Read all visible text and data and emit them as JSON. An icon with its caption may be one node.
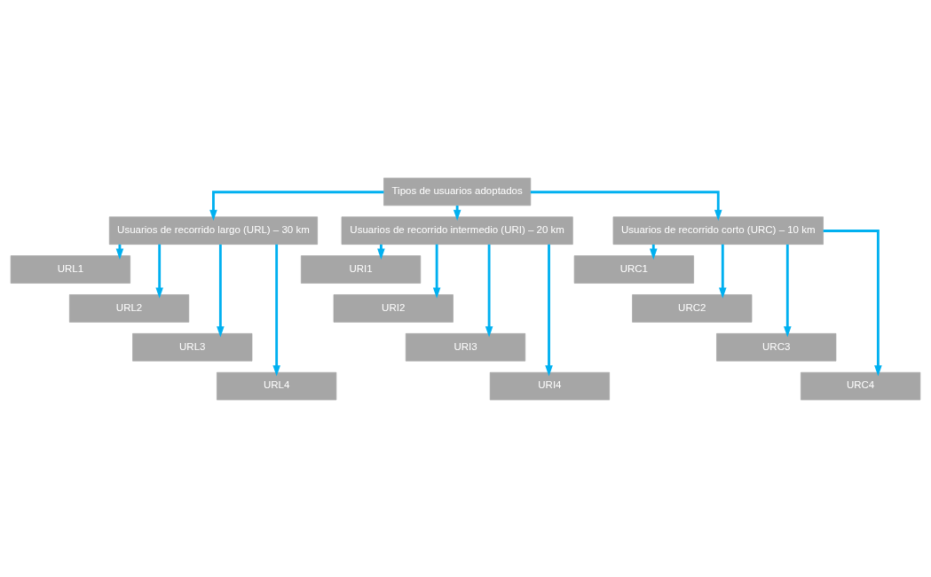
{
  "diagram": {
    "nodes": [
      {
        "text": [
          "Tipos de usuarios adoptados"
        ]
      },
      {
        "text": [
          "Usuarios de recorrido largo (URL) – 30 km"
        ]
      },
      {
        "text": [
          "URL1"
        ]
      },
      {
        "text": [
          "URL2"
        ]
      },
      {
        "text": [
          "URL3"
        ]
      },
      {
        "text": [
          "URL4"
        ]
      },
      {
        "text": [
          "Usuarios de recorrido intermedio (URI) – 20 km"
        ]
      },
      {
        "text": [
          "URI1"
        ]
      },
      {
        "text": [
          "URI2"
        ]
      },
      {
        "text": [
          "URI3"
        ]
      },
      {
        "text": [
          "URI4"
        ]
      },
      {
        "text": [
          "Usuarios de recorrido corto (URC) – 10 km"
        ]
      },
      {
        "text": [
          "URC1"
        ]
      },
      {
        "text": [
          "URC2"
        ]
      },
      {
        "text": [
          "URC3"
        ]
      },
      {
        "text": [
          "URC4"
        ]
      }
    ],
    "edges": [
      {
        "from": 0,
        "to": 1,
        "arrow": "to"
      },
      {
        "from": 0,
        "to": 6,
        "arrow": "to"
      },
      {
        "from": 0,
        "to": 11,
        "arrow": "to"
      },
      {
        "from": 1,
        "to": 2,
        "arrow": "to"
      },
      {
        "from": 1,
        "to": 3,
        "arrow": "to"
      },
      {
        "from": 1,
        "to": 4,
        "arrow": "to"
      },
      {
        "from": 1,
        "to": 5,
        "arrow": "to"
      },
      {
        "from": 6,
        "to": 7,
        "arrow": "to"
      },
      {
        "from": 6,
        "to": 8,
        "arrow": "to"
      },
      {
        "from": 6,
        "to": 9,
        "arrow": "to"
      },
      {
        "from": 6,
        "to": 10,
        "arrow": "to"
      },
      {
        "from": 11,
        "to": 12,
        "arrow": "to"
      },
      {
        "from": 11,
        "to": 13,
        "arrow": "to"
      },
      {
        "from": 11,
        "to": 14,
        "arrow": "to"
      },
      {
        "from": 11,
        "to": 15,
        "arrow": "to"
      }
    ]
  }
}
